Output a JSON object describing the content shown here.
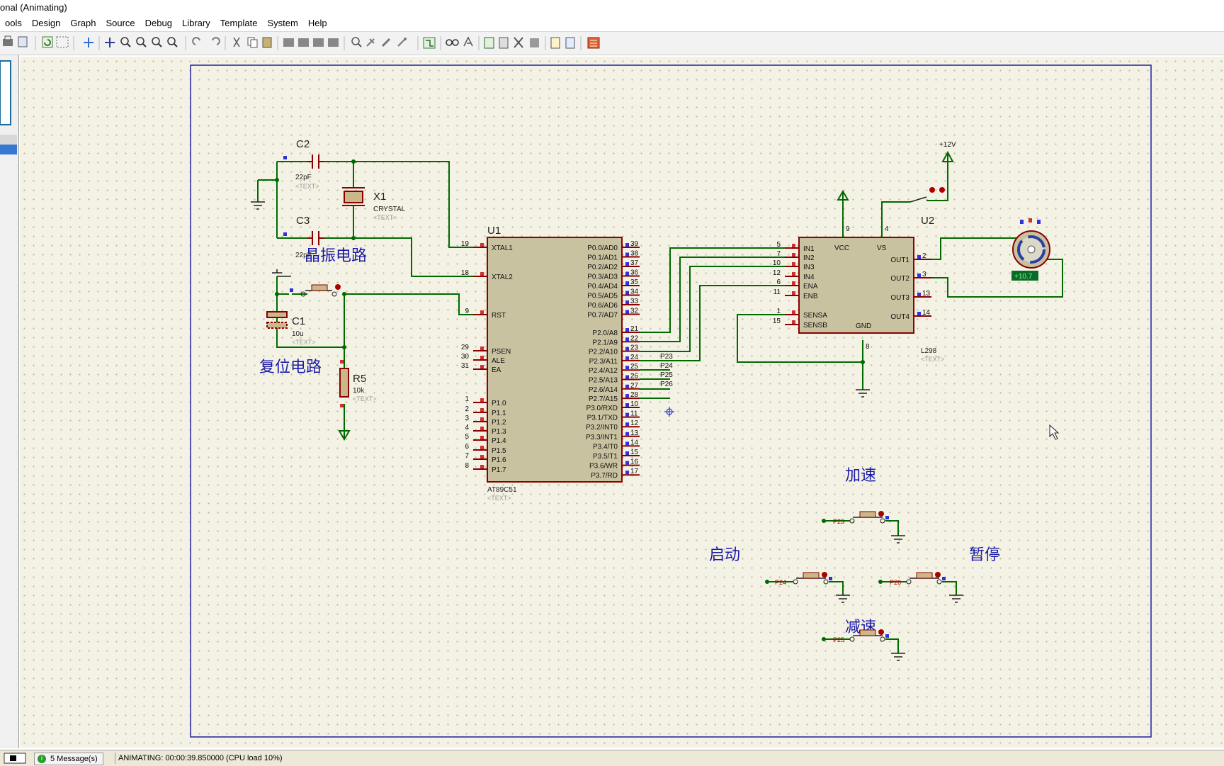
{
  "window": {
    "title": "onal (Animating)"
  },
  "menu": [
    "ools",
    "Design",
    "Graph",
    "Source",
    "Debug",
    "Library",
    "Template",
    "System",
    "Help"
  ],
  "toolbar_icons": [
    "print-icon",
    "save-icon",
    "refresh-icon",
    "grid-icon",
    "origin-icon",
    "pan-icon",
    "zoom-in-icon",
    "zoom-out-icon",
    "zoom-all-icon",
    "zoom-area-icon",
    "undo-icon",
    "redo-icon",
    "cut-icon",
    "copy-icon",
    "paste-icon",
    "block-copy-icon",
    "block-move-icon",
    "block-rotate-icon",
    "block-delete-icon",
    "pick-device-icon",
    "make-device-icon",
    "package-icon",
    "decompose-icon",
    "wire-autorouter-icon",
    "search-icon",
    "property-tool-icon",
    "design-explorer-icon",
    "new-sheet-icon",
    "remove-sheet-icon",
    "goto-sheet-icon",
    "bill-of-materials-icon",
    "netlist-icon",
    "pcb-layout-icon"
  ],
  "schematic": {
    "labels": {
      "c2": "C2",
      "c2_val": "22pF",
      "text": "<TEXT>",
      "c3": "C3",
      "c3_val": "22pF",
      "x1": "X1",
      "x1_val": "CRYSTAL",
      "c1": "C1",
      "c1_val": "10u",
      "r5": "R5",
      "r5_val": "10k",
      "u1": "U1",
      "u1_part": "AT89C51",
      "u2": "U2",
      "u2_part": "L298",
      "vcc12": "+12V",
      "motor_val": "+10.7",
      "crystal_circuit": "晶振电路",
      "reset_circuit": "复位电路",
      "accelerate": "加速",
      "start": "启动",
      "pause": "暂停",
      "decelerate": "减速",
      "p23": "P23",
      "p24": "P24",
      "p25": "P25",
      "p26": "P26"
    },
    "u1_left": [
      {
        "num": "19",
        "name": "XTAL1"
      },
      {
        "num": "18",
        "name": "XTAL2"
      },
      {
        "num": "9",
        "name": "RST"
      },
      {
        "num": "29",
        "name": "PSEN"
      },
      {
        "num": "30",
        "name": "ALE"
      },
      {
        "num": "31",
        "name": "EA"
      },
      {
        "num": "1",
        "name": "P1.0"
      },
      {
        "num": "2",
        "name": "P1.1"
      },
      {
        "num": "3",
        "name": "P1.2"
      },
      {
        "num": "4",
        "name": "P1.3"
      },
      {
        "num": "5",
        "name": "P1.4"
      },
      {
        "num": "6",
        "name": "P1.5"
      },
      {
        "num": "7",
        "name": "P1.6"
      },
      {
        "num": "8",
        "name": "P1.7"
      }
    ],
    "u1_right": [
      {
        "num": "39",
        "name": "P0.0/AD0"
      },
      {
        "num": "38",
        "name": "P0.1/AD1"
      },
      {
        "num": "37",
        "name": "P0.2/AD2"
      },
      {
        "num": "36",
        "name": "P0.3/AD3"
      },
      {
        "num": "35",
        "name": "P0.4/AD4"
      },
      {
        "num": "34",
        "name": "P0.5/AD5"
      },
      {
        "num": "33",
        "name": "P0.6/AD6"
      },
      {
        "num": "32",
        "name": "P0.7/AD7"
      },
      {
        "num": "21",
        "name": "P2.0/A8"
      },
      {
        "num": "22",
        "name": "P2.1/A9"
      },
      {
        "num": "23",
        "name": "P2.2/A10"
      },
      {
        "num": "24",
        "name": "P2.3/A11"
      },
      {
        "num": "25",
        "name": "P2.4/A12"
      },
      {
        "num": "26",
        "name": "P2.5/A13"
      },
      {
        "num": "27",
        "name": "P2.6/A14"
      },
      {
        "num": "28",
        "name": "P2.7/A15"
      },
      {
        "num": "10",
        "name": "P3.0/RXD"
      },
      {
        "num": "11",
        "name": "P3.1/TXD"
      },
      {
        "num": "12",
        "name": "P3.2/INT0"
      },
      {
        "num": "13",
        "name": "P3.3/INT1"
      },
      {
        "num": "14",
        "name": "P3.4/T0"
      },
      {
        "num": "15",
        "name": "P3.5/T1"
      },
      {
        "num": "16",
        "name": "P3.6/WR"
      },
      {
        "num": "17",
        "name": "P3.7/RD"
      }
    ],
    "u2_left": [
      {
        "num": "5",
        "name": "IN1"
      },
      {
        "num": "7",
        "name": "IN2"
      },
      {
        "num": "10",
        "name": "IN3"
      },
      {
        "num": "12",
        "name": "IN4"
      },
      {
        "num": "6",
        "name": "ENA"
      },
      {
        "num": "11",
        "name": "ENB"
      },
      {
        "num": "1",
        "name": "SENSA"
      },
      {
        "num": "15",
        "name": "SENSB"
      }
    ],
    "u2_right": [
      {
        "num": "2",
        "name": "OUT1"
      },
      {
        "num": "3",
        "name": "OUT2"
      },
      {
        "num": "13",
        "name": "OUT3"
      },
      {
        "num": "14",
        "name": "OUT4"
      }
    ],
    "u2_top": {
      "vcc": "VCC",
      "vs": "VS",
      "gnd": "GND",
      "pin9": "9",
      "pin4": "4",
      "pin8": "8"
    }
  },
  "status": {
    "messages": "5 Message(s)",
    "text": "ANIMATING: 00:00:39.850000 (CPU load 10%)"
  }
}
